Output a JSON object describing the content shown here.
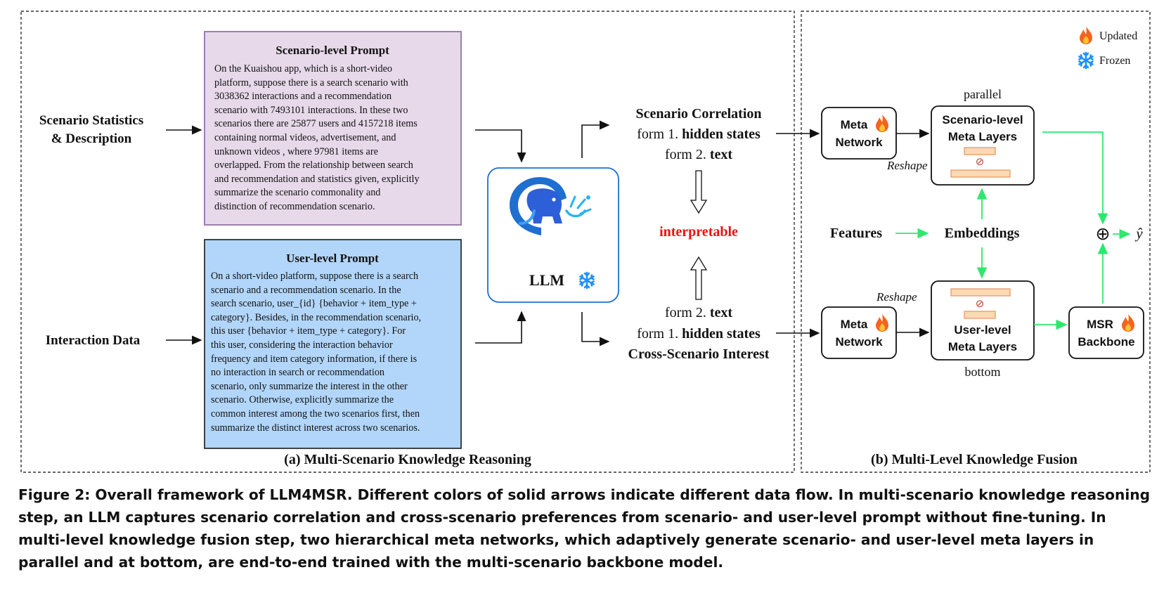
{
  "panel_a": {
    "caption": "(a) Multi-Scenario Knowledge Reasoning",
    "input_scenario_line1": "Scenario Statistics",
    "input_scenario_line2": "& Description",
    "input_interaction": "Interaction Data",
    "scenario_prompt": {
      "title": "Scenario-level Prompt",
      "lines": [
        "On the Kuaishou app, which is a short-video",
        "platform, suppose there is a search scenario with",
        "3038362 interactions and a recommendation",
        "scenario with 7493101 interactions. In these two",
        "scenarios there are 25877 users and 4157218 items",
        "containing normal videos, advertisement, and",
        "unknown videos , where 97981 items are",
        "overlapped. From the relationship between search",
        "and recommendation and statistics given, explicitly",
        "summarize the scenario commonality and",
        "distinction of recommendation scenario."
      ]
    },
    "user_prompt": {
      "title": "User-level Prompt",
      "lines": [
        "On a short-video platform, suppose there is a search",
        "scenario and a recommendation scenario. In the",
        "search scenario, user_{id} {behavior + item_type +",
        "category}. Besides, in the recommendation scenario,",
        "this user {behavior + item_type + category}. For",
        "this user, considering the interaction behavior",
        "frequency and item category information, if there is",
        "no interaction in search or recommendation",
        "scenario, only summarize the interest in the other",
        "scenario. Otherwise, explicitly summarize the",
        "common interest among the two scenarios first, then",
        "summarize the distinct interest across two scenarios."
      ]
    },
    "llm_label": "LLM",
    "outputs": {
      "scenario_correlation": "Scenario Correlation",
      "form1_prefix": "form 1.",
      "hidden_states": "hidden states",
      "form2_prefix": "form 2.",
      "text": "text",
      "interpretable": "interpretable",
      "cross_scenario_interest": "Cross-Scenario Interest"
    }
  },
  "panel_b": {
    "caption": "(b) Multi-Level Knowledge Fusion",
    "legend": {
      "updated": "Updated",
      "frozen": "Frozen"
    },
    "parallel": "parallel",
    "bottom": "bottom",
    "reshape": "Reshape",
    "meta_network_line1": "Meta",
    "meta_network_line2": "Network",
    "scenario_meta_line1": "Scenario-level",
    "scenario_meta_line2": "Meta Layers",
    "user_meta_line1": "User-level",
    "user_meta_line2": "Meta Layers",
    "msr_line1": "MSR",
    "msr_line2": "Backbone",
    "features": "Features",
    "embeddings": "Embeddings",
    "output_symbol": "ŷ",
    "oplus": "⊕",
    "slash_symbol": "⊘"
  },
  "figure_caption": "Figure 2: Overall framework of LLM4MSR. Different colors of solid arrows indicate different data flow. In multi-scenario knowledge reasoning step, an LLM captures scenario correlation and cross-scenario preferences from scenario- and user-level prompt without fine-tuning. In multi-level knowledge fusion step, two hierarchical meta networks, which adaptively generate scenario- and user-level meta layers in parallel and at bottom, are end-to-end trained with the multi-scenario backbone model.",
  "colors": {
    "scenario_prompt_fill": "#e7d9ea",
    "scenario_prompt_border": "#9b7fb1",
    "user_prompt_fill": "#b2d6f9",
    "user_prompt_border": "#1a1a1a",
    "llm_border": "#1f6fd1",
    "green_arrow": "#2ee86e",
    "interpretable_red": "#ee1111",
    "layer_fill": "#fbd9b5",
    "layer_border": "#e8925a",
    "flame": "#f2641f",
    "snowflake": "#1e90ff"
  },
  "icons": {
    "flame": "flame-icon",
    "snowflake": "snowflake-icon",
    "elephant": "elephant-logo-icon"
  }
}
